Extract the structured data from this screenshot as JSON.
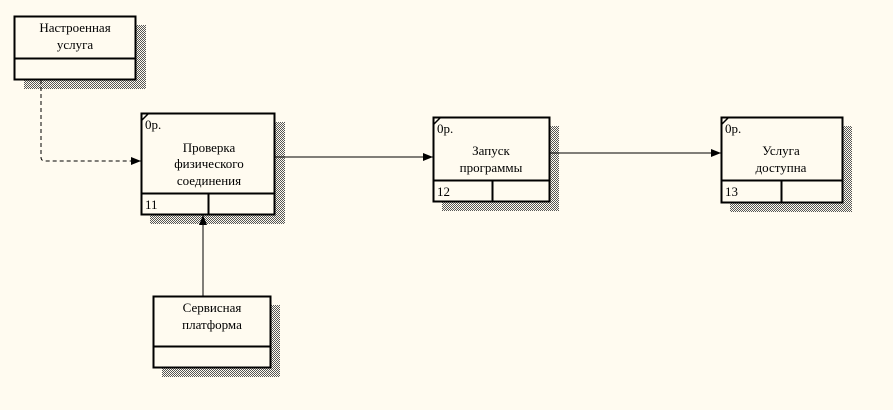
{
  "colors": {
    "background": "#fffbf0",
    "line": "#000000"
  },
  "referents": [
    {
      "id": "nastroennaya",
      "lines": [
        "Настроенная",
        "услуга"
      ]
    },
    {
      "id": "servisnaya",
      "lines": [
        "Сервисная",
        "платформа"
      ]
    }
  ],
  "units": [
    {
      "id": "proverka",
      "label": "0р.",
      "lines": [
        "Проверка",
        "физического",
        "соединения"
      ],
      "number": "11"
    },
    {
      "id": "zapusk",
      "label": "0р.",
      "lines": [
        "Запуск",
        "программы"
      ],
      "number": "12"
    },
    {
      "id": "usluga",
      "label": "0р.",
      "lines": [
        "Услуга",
        "доступна"
      ],
      "number": "13"
    }
  ]
}
